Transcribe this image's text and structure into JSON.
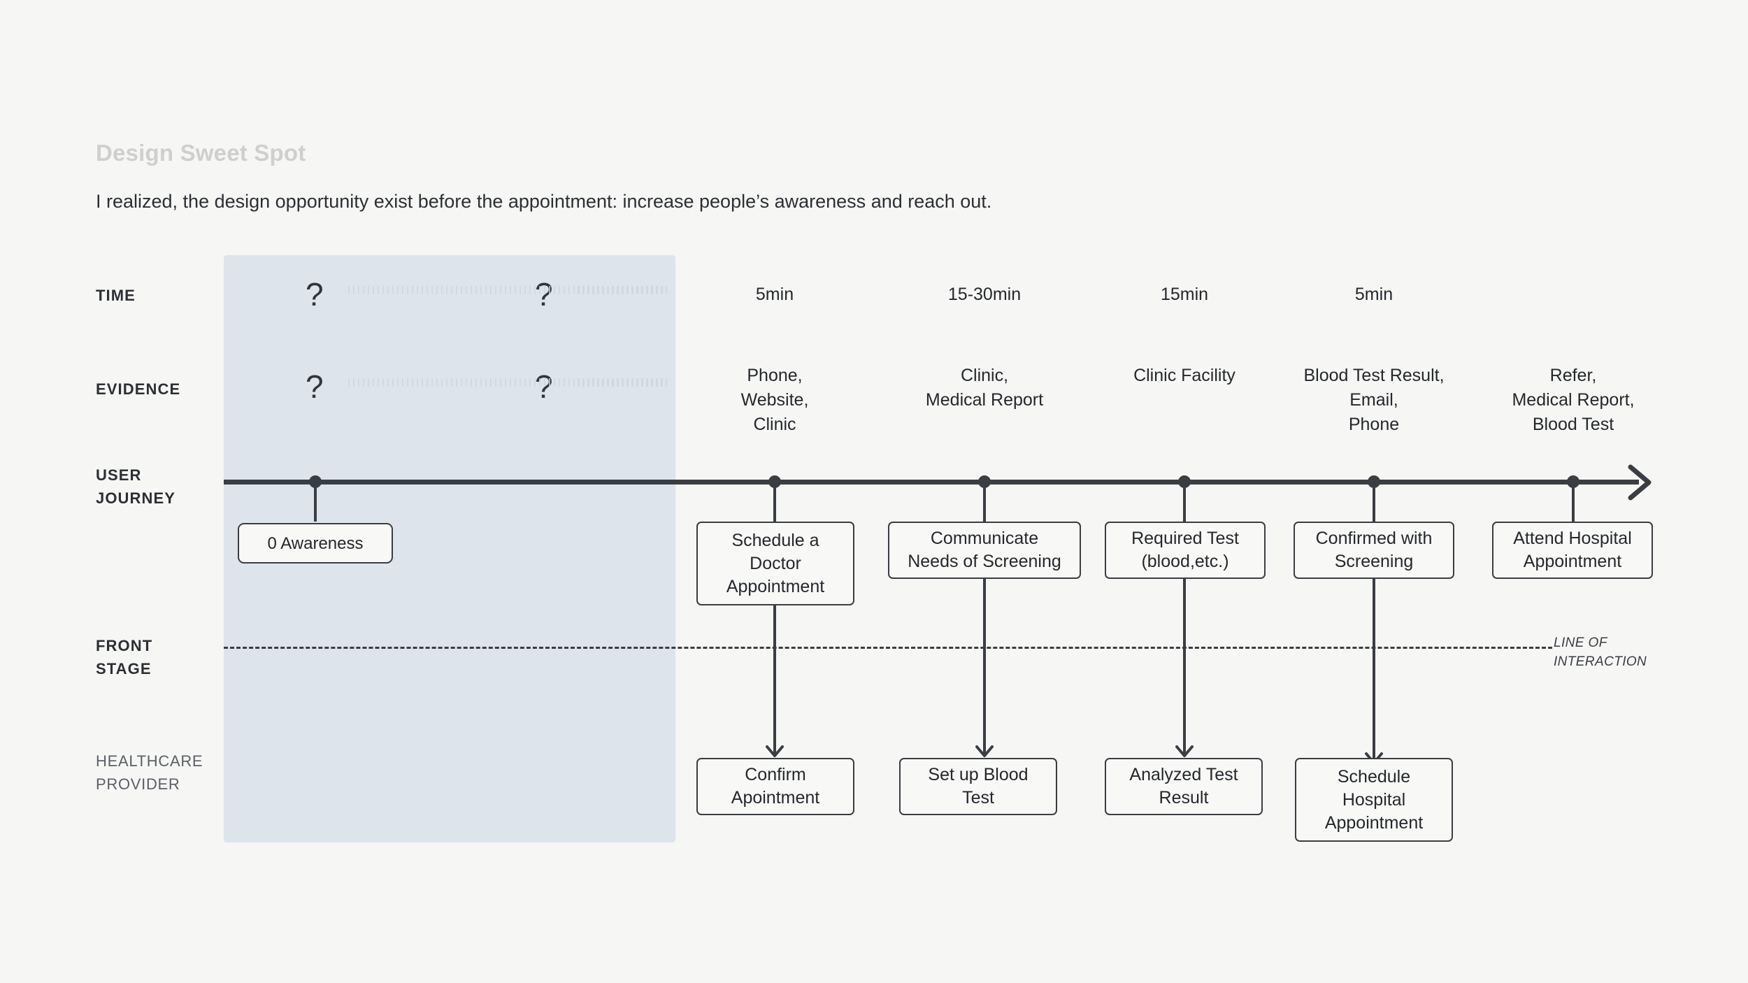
{
  "header": {
    "title": "Design Sweet Spot",
    "subtitle": "I realized, the design opportunity exist before the appointment: increase people’s awareness and reach out."
  },
  "rows": {
    "time": "TIME",
    "evidence": "EVIDENCE",
    "user_journey": "USER\nJOURNEY",
    "front_stage": "FRONT\nSTAGE",
    "healthcare_provider": "HEALTHCARE\nPROVIDER"
  },
  "annotations": {
    "line_of_interaction": "LINE OF\nINTERACTION",
    "unknown_marker": "?"
  },
  "highlight": {
    "label": "design-opportunity-zone",
    "color": "#dde4ec"
  },
  "columns": [
    {
      "id": "awareness",
      "in_highlight": true,
      "time": "",
      "evidence": "",
      "user_journey": "0 Awareness",
      "provider": ""
    },
    {
      "id": "schedule-appointment",
      "in_highlight": false,
      "time": "5min",
      "evidence": "Phone,\nWebsite,\nClinic",
      "user_journey": "Schedule a\nDoctor\nAppointment",
      "provider": "Confirm\nApointment"
    },
    {
      "id": "communicate-needs",
      "in_highlight": false,
      "time": "15-30min",
      "evidence": "Clinic,\nMedical Report",
      "user_journey": "Communicate\nNeeds of Screening",
      "provider": "Set up Blood\nTest"
    },
    {
      "id": "required-test",
      "in_highlight": false,
      "time": "15min",
      "evidence": "Clinic Facility",
      "user_journey": "Required Test\n(blood,etc.)",
      "provider": "Analyzed Test\nResult"
    },
    {
      "id": "confirmed-screening",
      "in_highlight": false,
      "time": "5min",
      "evidence": "Blood Test Result,\nEmail,\nPhone",
      "user_journey": "Confirmed with\nScreening",
      "provider": "Schedule\nHospital\nAppointment"
    },
    {
      "id": "attend-hospital",
      "in_highlight": false,
      "time": "",
      "evidence": "Refer,\nMedical Report,\nBlood Test",
      "user_journey": "Attend Hospital\nAppointment",
      "provider": ""
    }
  ],
  "colors": {
    "background": "#f6f6f5",
    "ink": "#3a3e43",
    "title": "#cfcfcf",
    "highlight": "#dde4ec"
  }
}
